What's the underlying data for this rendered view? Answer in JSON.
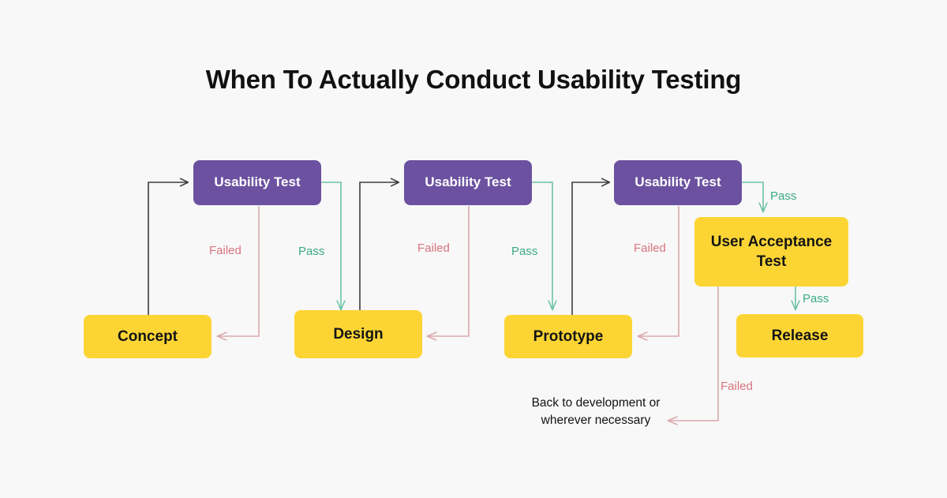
{
  "page": {
    "title": "When To Actually Conduct Usability Testing",
    "background_color": "#f8f8f8"
  },
  "colors": {
    "test_node": "#6b519f",
    "stage_node": "#fcd535",
    "pass_edge": "#3aab84",
    "failed_edge": "#d9a0a4",
    "flow_edge": "#3d3d3d",
    "pass_label": "#3aab84",
    "failed_label": "#d9737d",
    "title": "#111111"
  },
  "nodes": {
    "test_1": {
      "label": "Usability Test",
      "type": "test"
    },
    "test_2": {
      "label": "Usability Test",
      "type": "test"
    },
    "test_3": {
      "label": "Usability Test",
      "type": "test"
    },
    "concept": {
      "label": "Concept",
      "type": "stage"
    },
    "design": {
      "label": "Design",
      "type": "stage"
    },
    "prototype": {
      "label": "Prototype",
      "type": "stage"
    },
    "uat": {
      "label_line1": "User Acceptance",
      "label_line2": "Test",
      "type": "stage"
    },
    "release": {
      "label": "Release",
      "type": "stage"
    }
  },
  "edge_labels": {
    "failed_1": "Failed",
    "pass_1": "Pass",
    "failed_2": "Failed",
    "pass_2": "Pass",
    "failed_3": "Failed",
    "pass_3": "Pass",
    "pass_4": "Pass",
    "failed_4": "Failed"
  },
  "annotations": {
    "back_to_dev_line1": "Back to development or",
    "back_to_dev_line2": "wherever necessary"
  }
}
